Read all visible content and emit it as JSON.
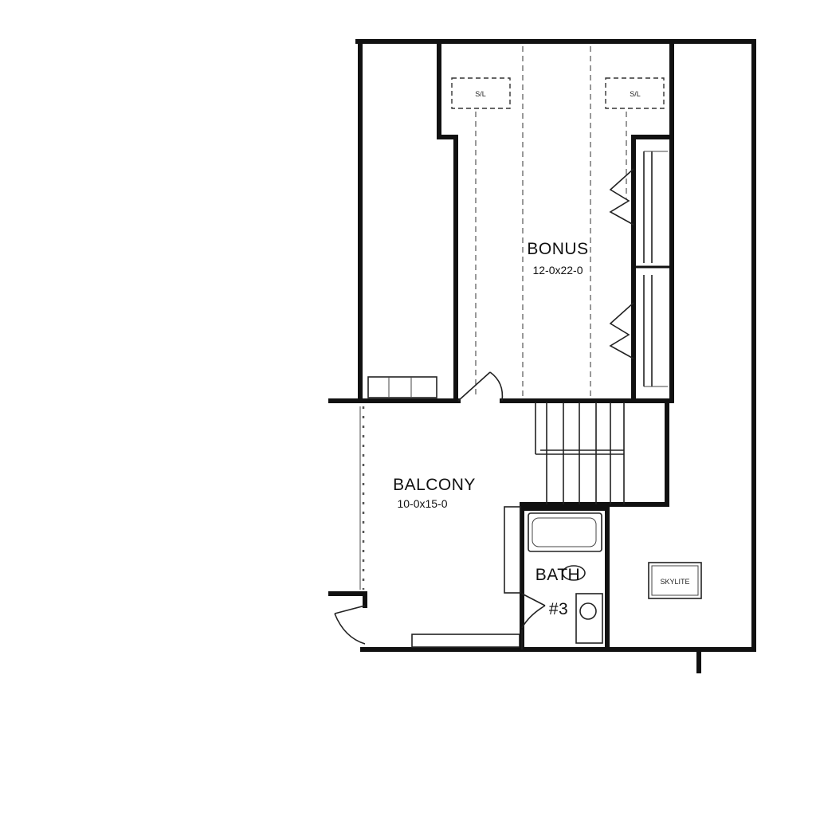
{
  "rooms": {
    "bonus": {
      "name": "BONUS",
      "dims": "12-0x22-0"
    },
    "balcony": {
      "name": "BALCONY",
      "dims": "10-0x15-0"
    },
    "bath": {
      "name": "BATH",
      "number": "#3"
    }
  },
  "skylights": {
    "left": "S/L",
    "right": "S/L"
  },
  "skylite": "SKYLITE"
}
